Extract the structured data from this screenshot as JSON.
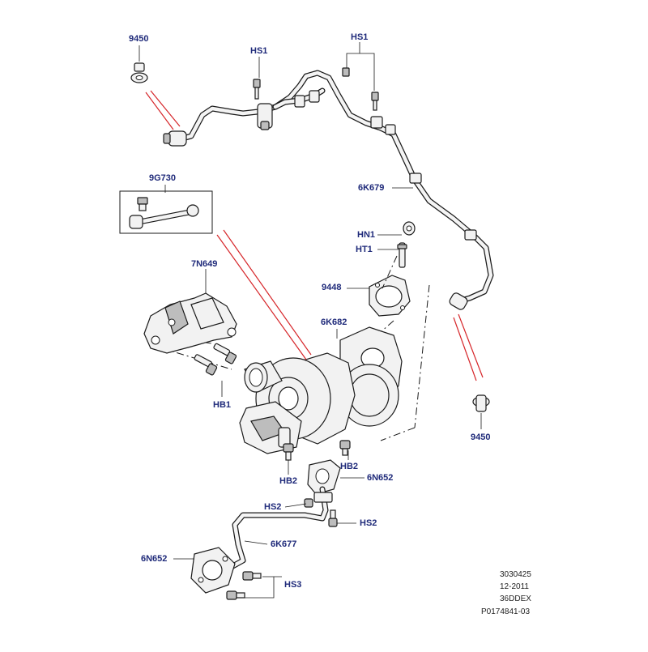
{
  "labels": {
    "gasket_9450_top": "9450",
    "clip_hs1_left": "HS1",
    "clip_hs1_right": "HS1",
    "kit_9g730": "9G730",
    "pipe_6k679": "6K679",
    "nut_hn1": "HN1",
    "stud_ht1": "HT1",
    "gasket_9448": "9448",
    "bracket_7n649": "7N649",
    "turbo_6k682": "6K682",
    "bolt_hb1": "HB1",
    "gasket_9450_bottom": "9450",
    "bolt_hb2_right": "HB2",
    "bolt_hb2_left": "HB2",
    "gasket_6n652_upper": "6N652",
    "clip_hs2_left": "HS2",
    "clip_hs2_right": "HS2",
    "pipe_6k677": "6K677",
    "gasket_6n652_lower": "6N652",
    "bolt_hs3": "HS3"
  },
  "info_block": {
    "code": "3030425",
    "date": "12-2011",
    "engine": "36DDEX",
    "illustration": "P0174841-03"
  },
  "colors": {
    "callout_text": "#1f2a7a",
    "red_leader": "#d6262a",
    "line_art": "#1a1a1a"
  }
}
